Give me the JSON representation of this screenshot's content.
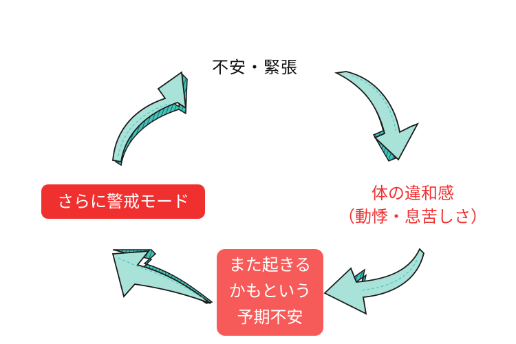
{
  "diagram": {
    "type": "cycle",
    "nodes": [
      {
        "id": "top",
        "text": "不安・緊張",
        "style": "plain"
      },
      {
        "id": "right",
        "lines": [
          "体の違和感",
          "（動悸・息苦しさ）"
        ],
        "style": "red-text"
      },
      {
        "id": "bottom",
        "lines": [
          "また起きる",
          "かもという",
          "予期不安"
        ],
        "style": "coral-box"
      },
      {
        "id": "left",
        "text": "さらに警戒モード",
        "style": "red-box"
      }
    ],
    "edges": [
      {
        "from": "top",
        "to": "right"
      },
      {
        "from": "right",
        "to": "bottom"
      },
      {
        "from": "bottom",
        "to": "left"
      },
      {
        "from": "left",
        "to": "top"
      }
    ]
  },
  "colors": {
    "text_dark": "#111111",
    "red_text": "#ee3333",
    "red_box": "#f0302f",
    "coral_box": "#f65a59",
    "arrow_fill": "#a8e2d8",
    "arrow_side": "#3fc4bb",
    "arrow_stroke": "#1a1a1a"
  }
}
